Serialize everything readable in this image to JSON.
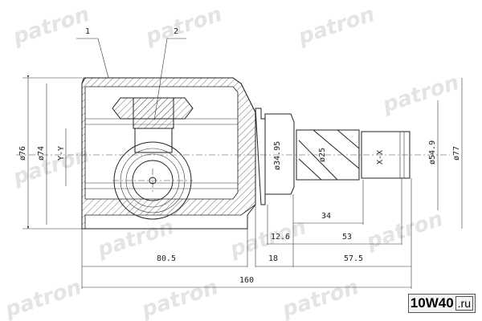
{
  "watermark": "patron",
  "logo": {
    "main": "10W40",
    "suffix": ".ru"
  },
  "callouts": [
    "1",
    "2"
  ],
  "diameters": {
    "d76": "ø76",
    "d74": "ø74",
    "yy": "Y-Y",
    "d3495": "ø34.95",
    "d25": "ø25",
    "xx": "X-X",
    "d549": "ø54.9",
    "d77": "ø77"
  },
  "lengths": {
    "l34": "34",
    "l126": "12.6",
    "l53": "53",
    "l805": "80.5",
    "l18": "18",
    "l575": "57.5",
    "l160": "160"
  }
}
